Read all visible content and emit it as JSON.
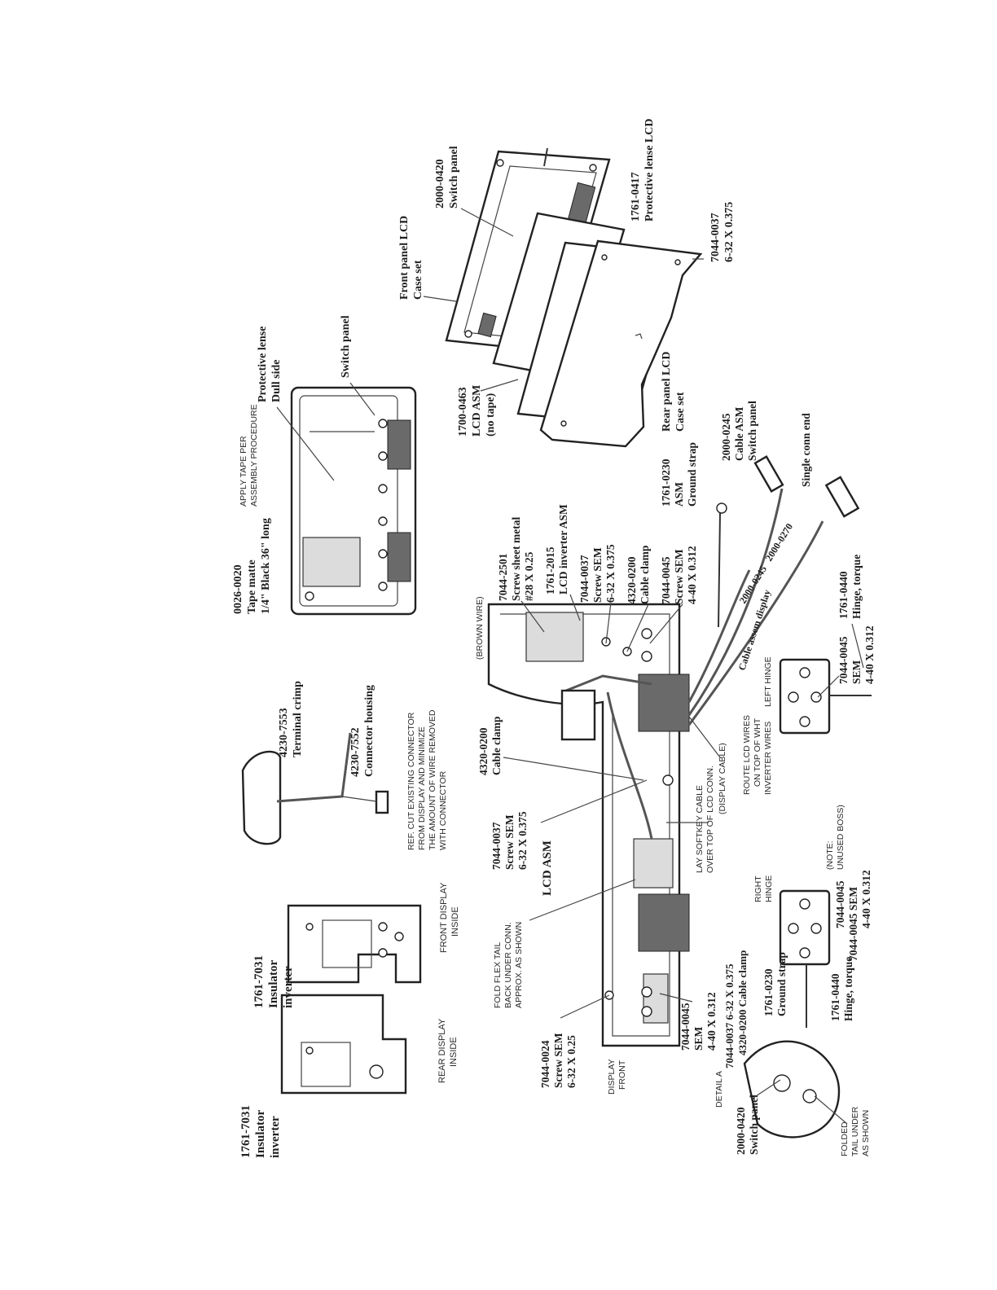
{
  "callouts": {
    "insulator_rear": [
      "1761-7031",
      "Insulator",
      "inverter"
    ],
    "insulator_front": [
      "1761-7031",
      "Insulator",
      "inverter"
    ],
    "terminal_crimp": [
      "4230-7553",
      "Terminal crimp"
    ],
    "connector_housing": [
      "4230-7552",
      "Connector housing"
    ],
    "tape_matte": [
      "0026-0020",
      "Tape matte",
      "1/4\" Black 36\" long"
    ],
    "protective_lense_dull": [
      "Protective lense",
      "Dull side"
    ],
    "switch_panel_top": [
      "Switch panel"
    ],
    "front_panel_lcd": [
      "Front panel LCD",
      "Case set"
    ],
    "switch_panel_exploded": [
      "2000-0420",
      "Switch panel"
    ],
    "protective_lense_lcd": [
      "1761-0417",
      "Protective lense LCD"
    ],
    "lcd_asm_no_tape": [
      "1700-0463",
      "LCD ASM",
      "(no tape)"
    ],
    "rear_panel_lcd": [
      "Rear panel LCD",
      "Case set"
    ],
    "screw_7044_0037_top": [
      "7044-0037",
      "6-32 X 0.375"
    ],
    "screw_sheet_metal": [
      "7044-2501",
      "Screw sheet metal",
      "#28 X 0.25"
    ],
    "lcd_inverter_asm": [
      "1761-2015",
      "LCD inverter ASM"
    ],
    "screw_sem_0037_a": [
      "7044-0037",
      "Screw SEM",
      "6-32 X 0.375"
    ],
    "cable_clamp_a": [
      "4320-0200",
      "Cable clamp"
    ],
    "screw_sem_0045_a": [
      "7044-0045",
      "Screw SEM",
      "4-40 X 0.312"
    ],
    "ground_strap_asm": [
      "1761-0230",
      "ASM",
      "Ground strap"
    ],
    "cable_asm_switch": [
      "2000-0245",
      "Cable ASM",
      "Switch panel"
    ],
    "single_conn_end": [
      "Single conn end"
    ],
    "cable_clamp_b": [
      "4320-0200",
      "Cable clamp"
    ],
    "screw_sem_0037_b": [
      "7044-0037",
      "Screw SEM",
      "6-32 X 0.375"
    ],
    "lcd_asm": [
      "LCD ASM"
    ],
    "screw_sem_0024": [
      "7044-0024",
      "Screw SEM",
      "6-32 X 0.25"
    ],
    "sem_0045_b": [
      "7044-0045",
      "SEM",
      "4-40 X 0.312"
    ],
    "clamp_combo": [
      "7044-0037  6-32 X 0.375",
      "4320-0200 Cable clamp"
    ],
    "ground_strap_b": [
      "1761-0230",
      "Ground strap"
    ],
    "hinge_torque_right": [
      "1761-0440",
      "Hinge, torque"
    ],
    "sem_right_hinge": [
      "7044-0045",
      "7044-0045  SEM",
      "4-40 X 0.312"
    ],
    "switch_panel_detail": [
      "2000-0420",
      "Switch panel"
    ],
    "hinge_torque_left": [
      "1761-0440",
      "Hinge, torque"
    ],
    "sem_left_hinge": [
      "7044-0045",
      "SEM",
      "4-40 X 0.312"
    ],
    "cable_2000_0270": [
      "2000-0270"
    ],
    "cable_2000_0245": [
      "2000-0245"
    ],
    "cable_assem_display": [
      "Cable assem display"
    ]
  },
  "captions": {
    "rear_display_inside": [
      "REAR DISPLAY",
      "INSIDE"
    ],
    "front_display_inside": [
      "FRONT DISPLAY",
      "INSIDE"
    ],
    "cut_connector": [
      "REF. CUT EXISTING CONNECTOR",
      "FROM DISPLAY AND MINIMIZE",
      "THE AMOUNT OF WIRE REMOVED",
      "WITH CONNECTOR"
    ],
    "apply_tape": [
      "APPLY TAPE PER",
      "ASSEMBLY PROCEDURE"
    ],
    "brown_wire": [
      "(BROWN WIRE)"
    ],
    "fold_flex_tail": [
      "FOLD FLEX TAIL",
      "BACK UNDER CONN.",
      "APPROX. AS SHOWN"
    ],
    "display_cable": [
      "(DISPLAY CABLE)"
    ],
    "route_lcd_wires": [
      "ROUTE LCD WIRES",
      "ON TOP OF WHT",
      "INVERTER WIRES"
    ],
    "lay_softkey": [
      "LAY SOFTKEY CABLE",
      "OVER TOP OF LCD CONN."
    ],
    "display_front": [
      "DISPLAY",
      "FRONT"
    ],
    "detail_a": [
      "DETAIL A"
    ],
    "folded_tail": [
      "FOLDED",
      "TAIL UNDER",
      "AS SHOWN"
    ],
    "right_hinge": [
      "RIGHT",
      "HINGE"
    ],
    "note_unused_boss": [
      "(NOTE:",
      "UNUSED BOSS)"
    ],
    "left_hinge": [
      "LEFT HINGE"
    ]
  }
}
